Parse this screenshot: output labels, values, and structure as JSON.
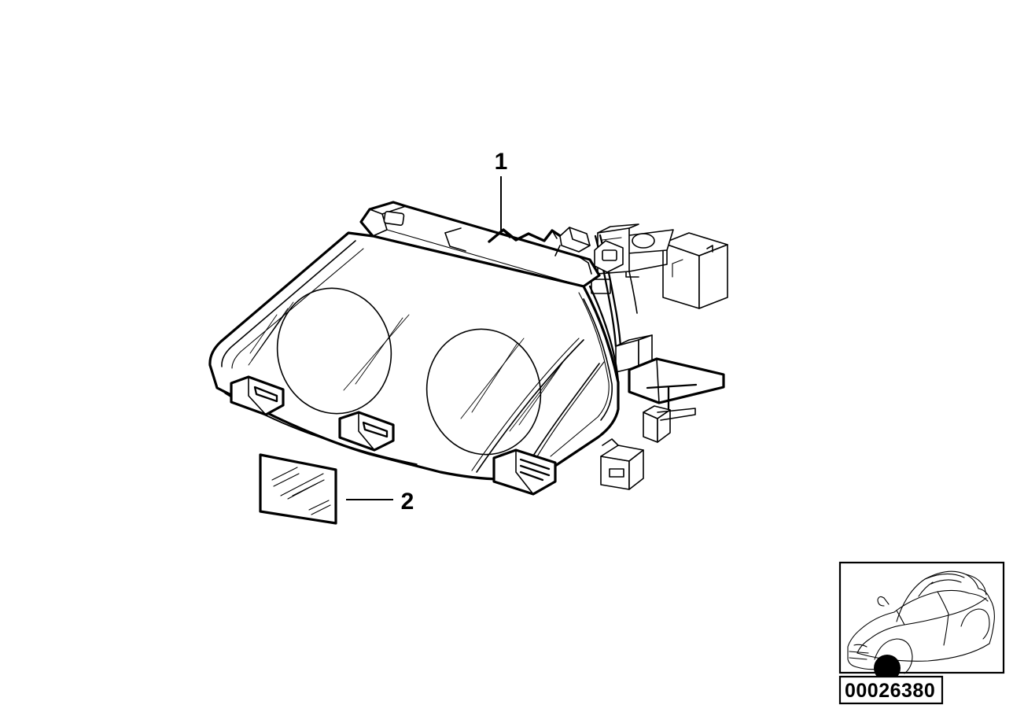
{
  "diagram": {
    "title": "Headlight assembly exploded parts diagram",
    "background_color": "#ffffff",
    "line_color": "#000000",
    "callouts": [
      {
        "id": "1",
        "label": "1",
        "target": "headlight-assembly",
        "leader": "vertical"
      },
      {
        "id": "2",
        "label": "2",
        "target": "lens-glass-panel",
        "leader": "horizontal"
      }
    ],
    "parts": [
      {
        "ref": "1",
        "name": "headlight-assembly"
      },
      {
        "ref": "2",
        "name": "lens-glass-panel"
      }
    ]
  },
  "vehicle_locator": {
    "name": "vehicle-locator-thumbnail",
    "vehicle_type": "sedan",
    "view": "front-left-three-quarter",
    "marker": {
      "name": "location-marker-dot",
      "color": "#000000",
      "position": "front-left-headlight"
    },
    "id_number": "00026380"
  }
}
